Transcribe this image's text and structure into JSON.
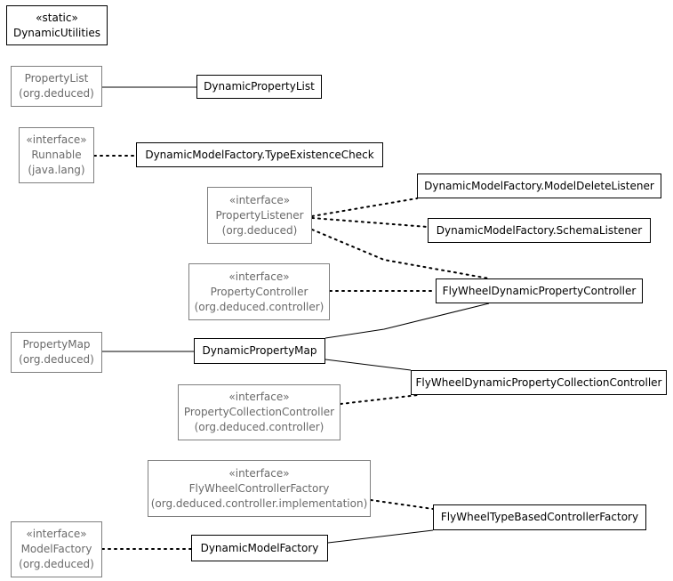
{
  "nodes": [
    {
      "id": "dynamic-utilities",
      "style": "main",
      "lines": [
        "«static»",
        "DynamicUtilities"
      ]
    },
    {
      "id": "property-list",
      "style": "ext",
      "lines": [
        "PropertyList",
        "(org.deduced)"
      ]
    },
    {
      "id": "dynamic-property-list",
      "style": "main",
      "lines": [
        "DynamicPropertyList"
      ]
    },
    {
      "id": "runnable",
      "style": "ext",
      "lines": [
        "«interface»",
        "Runnable",
        "(java.lang)"
      ]
    },
    {
      "id": "type-existence-check",
      "style": "main",
      "lines": [
        "DynamicModelFactory.TypeExistenceCheck"
      ]
    },
    {
      "id": "property-listener",
      "style": "ext",
      "lines": [
        "«interface»",
        "PropertyListener",
        "(org.deduced)"
      ]
    },
    {
      "id": "model-delete-listener",
      "style": "main",
      "lines": [
        "DynamicModelFactory.ModelDeleteListener"
      ]
    },
    {
      "id": "schema-listener",
      "style": "main",
      "lines": [
        "DynamicModelFactory.SchemaListener"
      ]
    },
    {
      "id": "property-controller",
      "style": "ext",
      "lines": [
        "«interface»",
        "PropertyController",
        "(org.deduced.controller)"
      ]
    },
    {
      "id": "flywheel-dynamic-property-controller",
      "style": "main",
      "lines": [
        "FlyWheelDynamicPropertyController"
      ]
    },
    {
      "id": "property-map",
      "style": "ext",
      "lines": [
        "PropertyMap",
        "(org.deduced)"
      ]
    },
    {
      "id": "dynamic-property-map",
      "style": "main",
      "lines": [
        "DynamicPropertyMap"
      ]
    },
    {
      "id": "flywheel-dynamic-property-collection-controller",
      "style": "main",
      "lines": [
        "FlyWheelDynamicPropertyCollectionController"
      ]
    },
    {
      "id": "property-collection-controller",
      "style": "ext",
      "lines": [
        "«interface»",
        "PropertyCollectionController",
        "(org.deduced.controller)"
      ]
    },
    {
      "id": "flywheel-controller-factory",
      "style": "ext",
      "lines": [
        "«interface»",
        "FlyWheelControllerFactory",
        "(org.deduced.controller.implementation)"
      ]
    },
    {
      "id": "flywheel-type-based-controller-factory",
      "style": "main",
      "lines": [
        "FlyWheelTypeBasedControllerFactory"
      ]
    },
    {
      "id": "model-factory",
      "style": "ext",
      "lines": [
        "«interface»",
        "ModelFactory",
        "(org.deduced)"
      ]
    },
    {
      "id": "dynamic-model-factory",
      "style": "main",
      "lines": [
        "DynamicModelFactory"
      ]
    }
  ],
  "edges": [
    {
      "from": "property-list",
      "to": "dynamic-property-list",
      "style": "solid"
    },
    {
      "from": "runnable",
      "to": "type-existence-check",
      "style": "dotted"
    },
    {
      "from": "property-listener",
      "to": "model-delete-listener",
      "style": "dotted"
    },
    {
      "from": "property-listener",
      "to": "schema-listener",
      "style": "dotted"
    },
    {
      "from": "property-listener",
      "to": "flywheel-dynamic-property-controller",
      "style": "dotted"
    },
    {
      "from": "property-controller",
      "to": "flywheel-dynamic-property-controller",
      "style": "dotted"
    },
    {
      "from": "property-map",
      "to": "dynamic-property-map",
      "style": "solid"
    },
    {
      "from": "dynamic-property-map",
      "to": "flywheel-dynamic-property-controller",
      "style": "solid"
    },
    {
      "from": "dynamic-property-map",
      "to": "flywheel-dynamic-property-collection-controller",
      "style": "solid"
    },
    {
      "from": "property-collection-controller",
      "to": "flywheel-dynamic-property-collection-controller",
      "style": "dotted"
    },
    {
      "from": "flywheel-controller-factory",
      "to": "flywheel-type-based-controller-factory",
      "style": "dotted"
    },
    {
      "from": "model-factory",
      "to": "dynamic-model-factory",
      "style": "dotted"
    },
    {
      "from": "dynamic-model-factory",
      "to": "flywheel-type-based-controller-factory",
      "style": "solid"
    }
  ]
}
